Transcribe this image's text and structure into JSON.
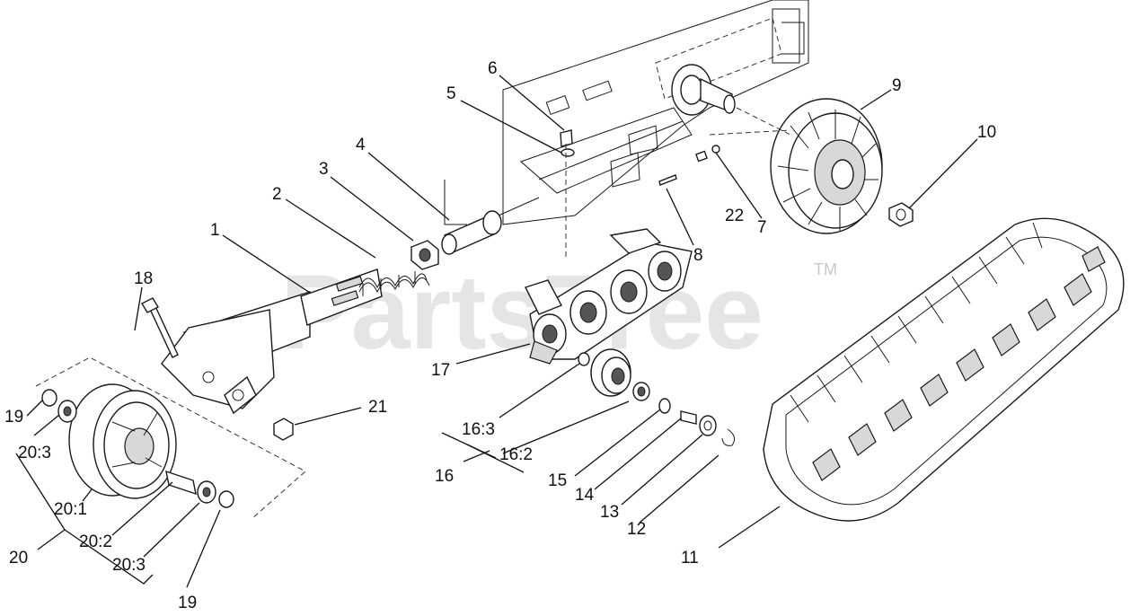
{
  "watermark": {
    "brand": "PartsTree",
    "trademark": "TM"
  },
  "callouts": [
    {
      "id": "c1",
      "label": "1"
    },
    {
      "id": "c2",
      "label": "2"
    },
    {
      "id": "c3",
      "label": "3"
    },
    {
      "id": "c4",
      "label": "4"
    },
    {
      "id": "c5",
      "label": "5"
    },
    {
      "id": "c6",
      "label": "6"
    },
    {
      "id": "c7",
      "label": "7"
    },
    {
      "id": "c8",
      "label": "8"
    },
    {
      "id": "c9",
      "label": "9"
    },
    {
      "id": "c10",
      "label": "10"
    },
    {
      "id": "c11",
      "label": "11"
    },
    {
      "id": "c12",
      "label": "12"
    },
    {
      "id": "c13",
      "label": "13"
    },
    {
      "id": "c14",
      "label": "14"
    },
    {
      "id": "c15",
      "label": "15"
    },
    {
      "id": "c16",
      "label": "16"
    },
    {
      "id": "c16_2",
      "label": "16:2"
    },
    {
      "id": "c16_3",
      "label": "16:3"
    },
    {
      "id": "c17",
      "label": "17"
    },
    {
      "id": "c18",
      "label": "18"
    },
    {
      "id": "c19a",
      "label": "19"
    },
    {
      "id": "c19b",
      "label": "19"
    },
    {
      "id": "c20",
      "label": "20"
    },
    {
      "id": "c20_1",
      "label": "20:1"
    },
    {
      "id": "c20_2",
      "label": "20:2"
    },
    {
      "id": "c20_3a",
      "label": "20:3"
    },
    {
      "id": "c20_3b",
      "label": "20:3"
    },
    {
      "id": "c21",
      "label": "21"
    },
    {
      "id": "c22",
      "label": "22"
    }
  ]
}
